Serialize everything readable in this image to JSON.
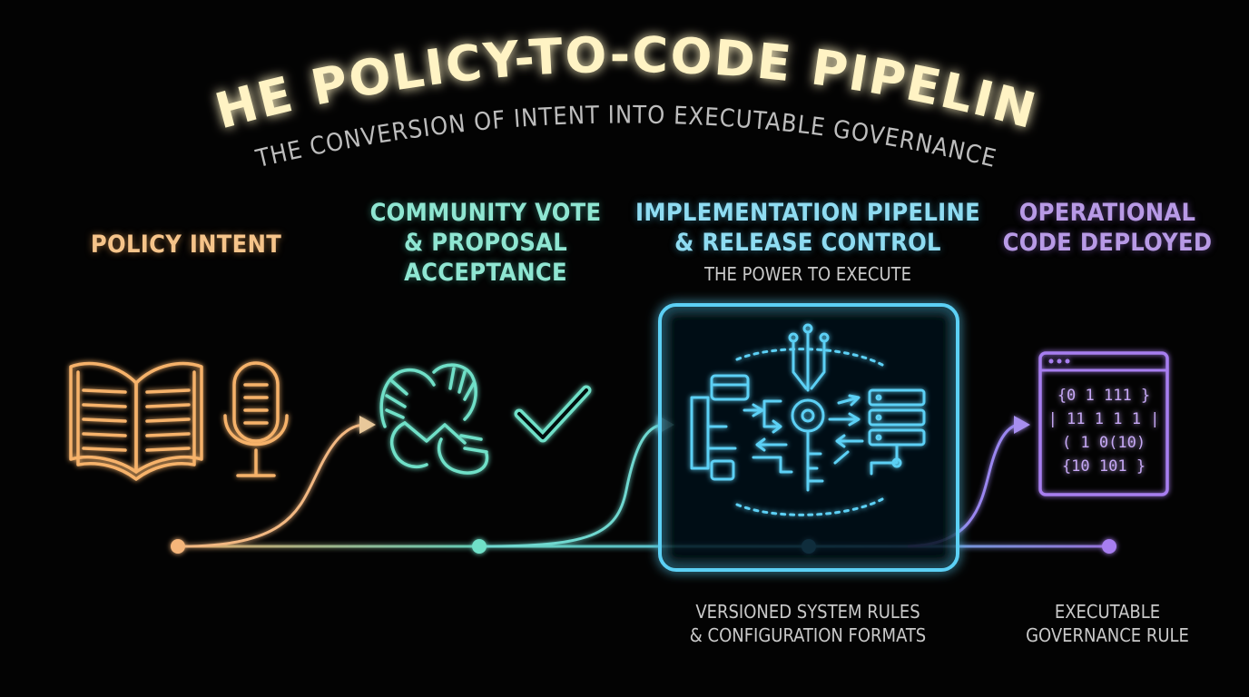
{
  "title": "THE POLICY-TO-CODE PIPELINE",
  "subtitle": "THE CONVERSION OF INTENT INTO EXECUTABLE GOVERNANCE",
  "stages": [
    {
      "id": "policy",
      "lines": [
        "POLICY INTENT"
      ],
      "color": "#f6c48a"
    },
    {
      "id": "vote",
      "lines": [
        "COMMUNITY VOTE",
        "& PROPOSAL",
        "ACCEPTANCE"
      ],
      "color": "#8fe6d2"
    },
    {
      "id": "impl",
      "lines": [
        "IMPLEMENTATION PIPELINE",
        "& RELEASE CONTROL"
      ],
      "sublabel": "THE POWER TO EXECUTE",
      "color": "#8fdcf2"
    },
    {
      "id": "ops",
      "lines": [
        "OPERATIONAL",
        "CODE DEPLOYED"
      ],
      "color": "#b89ae6"
    }
  ],
  "bottom_labels": [
    {
      "id": "versioned",
      "lines": [
        "VERSIONED SYSTEM RULES",
        "& CONFIGURATION FORMATS"
      ]
    },
    {
      "id": "exec",
      "lines": [
        "EXECUTABLE",
        "GOVERNANCE RULE"
      ]
    }
  ],
  "binary_lines": [
    "{0 1 111 }",
    "| 11 1 1 1 |",
    "( 1 0(10)",
    "{10 101 }"
  ],
  "icons": [
    "open-book-icon",
    "microphone-icon",
    "joined-hands-icon",
    "checkmark-icon",
    "key-network-icon",
    "code-window-icon"
  ],
  "colors": {
    "policy": "#f6b26b",
    "vote": "#6fe0c8",
    "impl": "#5cd0f5",
    "ops": "#a77ef0",
    "title": "#fff3c4"
  }
}
